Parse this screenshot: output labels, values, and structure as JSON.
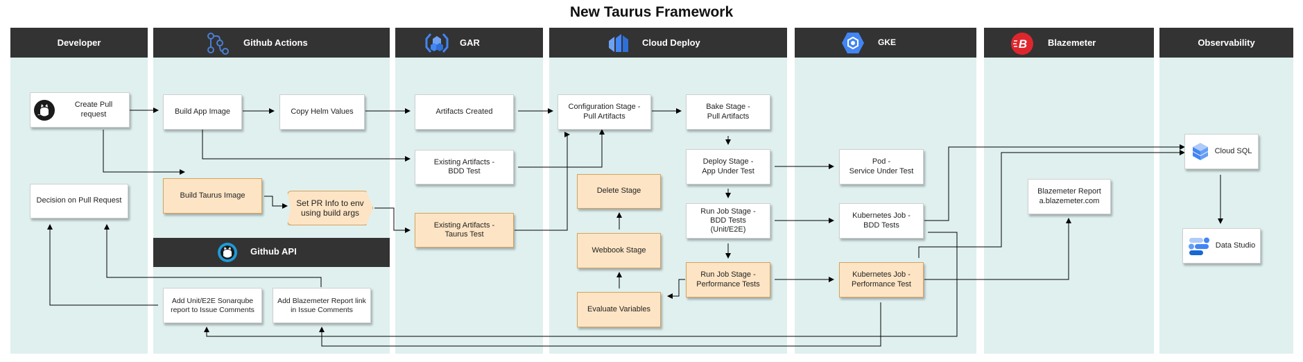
{
  "title": "New Taurus Framework",
  "lanes": {
    "developer": "Developer",
    "github_actions": "Github Actions",
    "gar": "GAR",
    "cloud_deploy": "Cloud Deploy",
    "gke": "GKE",
    "blazemeter": "Blazemeter",
    "observability": "Observability",
    "github_api": "Github API"
  },
  "nodes": {
    "create_pr": "Create Pull request",
    "decision_pr": "Decision on Pull Request",
    "build_app_image": "Build App Image",
    "copy_helm": "Copy Helm Values",
    "build_taurus": "Build Taurus Image",
    "set_pr_info": "Set PR Info to env\nusing build args",
    "add_unit_e2e": "Add Unit/E2E Sonarqube\nreport to Issue Comments",
    "add_blazemeter_link": "Add Blazemeter Report link\nin Issue Comments",
    "artifacts_created": "Artifacts Created",
    "existing_bdd": "Existing Artifacts -\nBDD Test",
    "existing_taurus": "Existing Artifacts -\nTaurus Test",
    "config_stage": "Configuration Stage -\nPull Artifacts",
    "bake_stage": "Bake Stage -\nPull Artifacts",
    "deploy_stage": "Deploy Stage -\nApp Under Test",
    "run_bdd": "Run Job Stage -\nBDD Tests\n(Unit/E2E)",
    "run_perf": "Run Job Stage -\nPerformance Tests",
    "delete_stage": "Delete Stage",
    "webhook_stage": "Webbook Stage",
    "evaluate_vars": "Evaluate Variables",
    "pod": "Pod -\nService Under Test",
    "k8s_bdd": "Kubernetes Job -\nBDD Tests",
    "k8s_perf": "Kubernetes Job -\nPerformance Test",
    "blazemeter_report": "Blazemeter Report\na.blazemeter.com",
    "cloud_sql": "Cloud SQL",
    "data_studio": "Data Studio"
  },
  "colors": {
    "lane_bg": "#dff0ef",
    "header_bg": "#333333",
    "highlight_fill": "#fde4c4",
    "highlight_border": "#d6a25b",
    "blazemeter_red": "#e0262d",
    "gke_blue": "#4285f4"
  },
  "icons": {
    "github_actions": "workflow-icon",
    "gar": "artifact-registry-icon",
    "cloud_deploy": "cloud-deploy-icon",
    "gke": "gke-icon",
    "blazemeter": "blazemeter-logo",
    "github_api": "github-icon",
    "create_pr": "github-icon",
    "cloud_sql": "cloud-sql-icon",
    "data_studio": "data-studio-icon"
  }
}
